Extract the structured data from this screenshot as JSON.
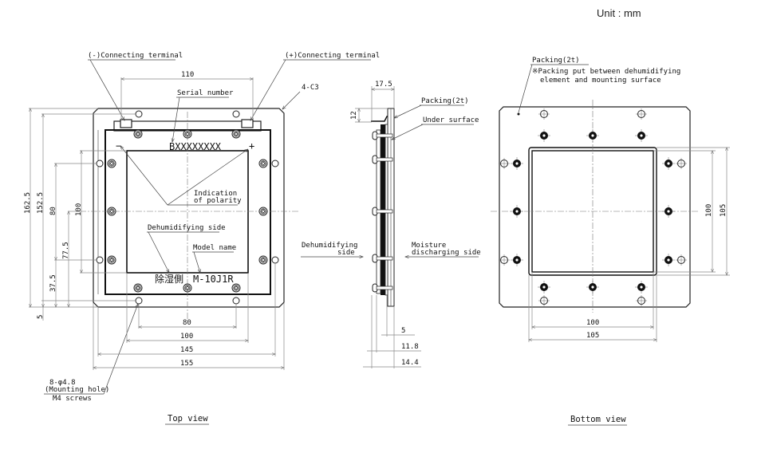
{
  "unit_label": "Unit : mm",
  "top_view": {
    "caption": "Top view",
    "labels": {
      "neg_terminal": "(-)Connecting terminal",
      "pos_terminal": "(+)Connecting terminal",
      "chamfer": "4-C3",
      "serial_number": "Serial number",
      "serial_value": "BXXXXXXXX",
      "minus_sign": "−",
      "plus_sign": "+",
      "polarity_line1": "Indication",
      "polarity_line2": "of polarity",
      "dehumidifying_side": "Dehumidifying side",
      "model_name": "Model name",
      "side_mark_jp": "除湿側",
      "model_value": "M-10J1R",
      "mounting_line1": "8-φ4.8",
      "mounting_line2": "(Mounting hole)",
      "mounting_line3": "M4 screws"
    },
    "dims": {
      "top_110": "110",
      "left_162_5": "162.5",
      "left_152_5": "152.5",
      "left_80": "80",
      "left_100": "100",
      "left_77_5": "77.5",
      "left_37_5": "37.5",
      "left_5": "5",
      "bottom_80": "80",
      "bottom_100": "100",
      "bottom_145": "145",
      "bottom_155": "155"
    }
  },
  "side_view": {
    "labels": {
      "packing": "Packing(2t)",
      "under_surface": "Under surface",
      "dehum_line1": "Dehumidifying",
      "dehum_line2": "side",
      "moist_line1": "Moisture",
      "moist_line2": "discharging side"
    },
    "dims": {
      "top_17_5": "17.5",
      "h_12": "12",
      "d_5": "5",
      "d_11_8": "11.8",
      "d_14_4": "14.4"
    }
  },
  "bottom_view": {
    "caption": "Bottom view",
    "labels": {
      "packing": "Packing(2t)",
      "note_line1": "※Packing put between dehumidifying",
      "note_line2": "element and mounting surface"
    },
    "dims": {
      "right_100": "100",
      "right_105": "105",
      "bottom_100": "100",
      "bottom_105": "105"
    }
  }
}
